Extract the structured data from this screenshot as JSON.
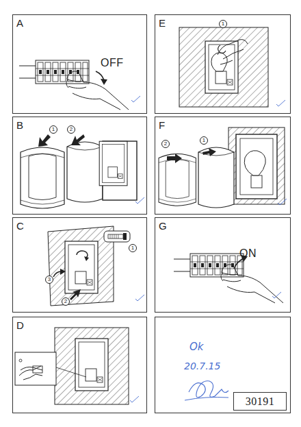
{
  "diagram": {
    "nodes": [
      {
        "text": [
          "A"
        ]
      },
      {
        "text": [
          "E"
        ]
      },
      {
        "text": [
          "B"
        ]
      },
      {
        "text": [
          "F"
        ]
      },
      {
        "text": [
          "C"
        ]
      },
      {
        "text": [
          "G"
        ]
      },
      {
        "text": [
          "D"
        ]
      },
      {
        "text": [
          "Ok",
          "20.7.15"
        ]
      },
      {
        "text": [
          "30191"
        ],
        "in": 7
      }
    ],
    "labels": [
      "OFF",
      "1",
      "1",
      "2",
      "2",
      "1",
      "1",
      "3",
      "2",
      "ON"
    ]
  }
}
